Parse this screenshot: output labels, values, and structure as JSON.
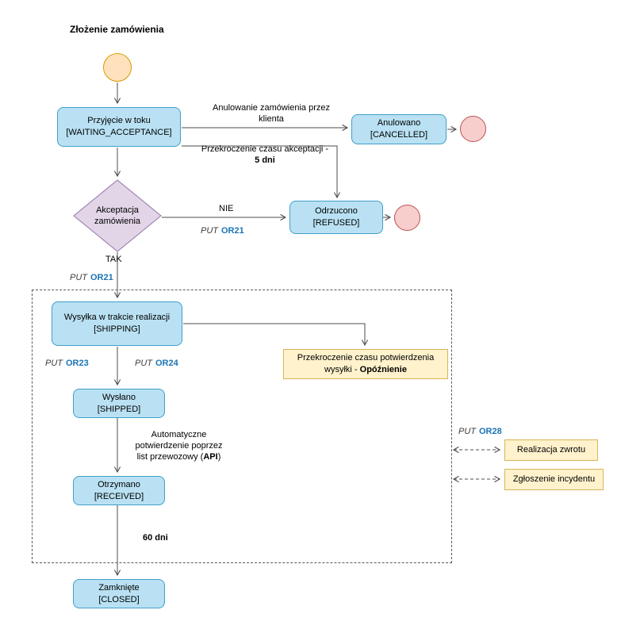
{
  "title": "Złożenie zamówienia",
  "colors": {
    "state_fill": "#b9e1f3",
    "state_stroke": "#3f9fc8",
    "start_fill": "#ffe2bd",
    "start_stroke": "#d79b00",
    "end_fill": "#f8cecc",
    "end_stroke": "#b85450",
    "decision_fill": "#e1d5e7",
    "decision_stroke": "#9673a6",
    "note_fill": "#fff2cc",
    "note_stroke": "#d6b656",
    "api_code_color": "#1a74b5",
    "connector_color": "#4d4d4d"
  },
  "nodes": {
    "waiting": {
      "title": "Przyjęcie w toku",
      "state": "[WAITING_ACCEPTANCE]"
    },
    "cancelled": {
      "title": "Anulowano",
      "state": "[CANCELLED]"
    },
    "refused": {
      "title": "Odrzucono",
      "state": "[REFUSED]"
    },
    "decision": {
      "line1": "Akceptacja",
      "line2": "zamówienia"
    },
    "shipping": {
      "title": "Wysyłka w trakcie realizacji",
      "state": "[SHIPPING]"
    },
    "shipped": {
      "title": "Wysłano",
      "state": "[SHIPPED]"
    },
    "received": {
      "title": "Otrzymano",
      "state": "[RECEIVED]"
    },
    "closed": {
      "title": "Zamknięte",
      "state": "[CLOSED]"
    },
    "delay_note": {
      "line1": "Przekroczenie czasu potwierdzenia",
      "line2_prefix": "wysyłki - ",
      "line2_bold": "Opóźnienie"
    },
    "return_note": "Realizacja zwrotu",
    "incident_note": "Zgłoszenie incydentu"
  },
  "labels": {
    "cancel_line1": "Anulowanie zamówienia przez",
    "cancel_line2": "klienta",
    "timeout_line1": "Przekroczenie czasu akceptacji -",
    "timeout_line2": "5 dni",
    "no": "NIE",
    "yes": "TAK",
    "put": "PUT",
    "or21": "OR21",
    "or23": "OR23",
    "or24": "OR24",
    "or28": "OR28",
    "auto_line1": "Automatyczne",
    "auto_line2": "potwierdzenie poprzez",
    "auto_line3_prefix": "list przewozowy (",
    "auto_line3_bold": "API",
    "auto_line3_suffix": ")",
    "days": "60 dni"
  }
}
